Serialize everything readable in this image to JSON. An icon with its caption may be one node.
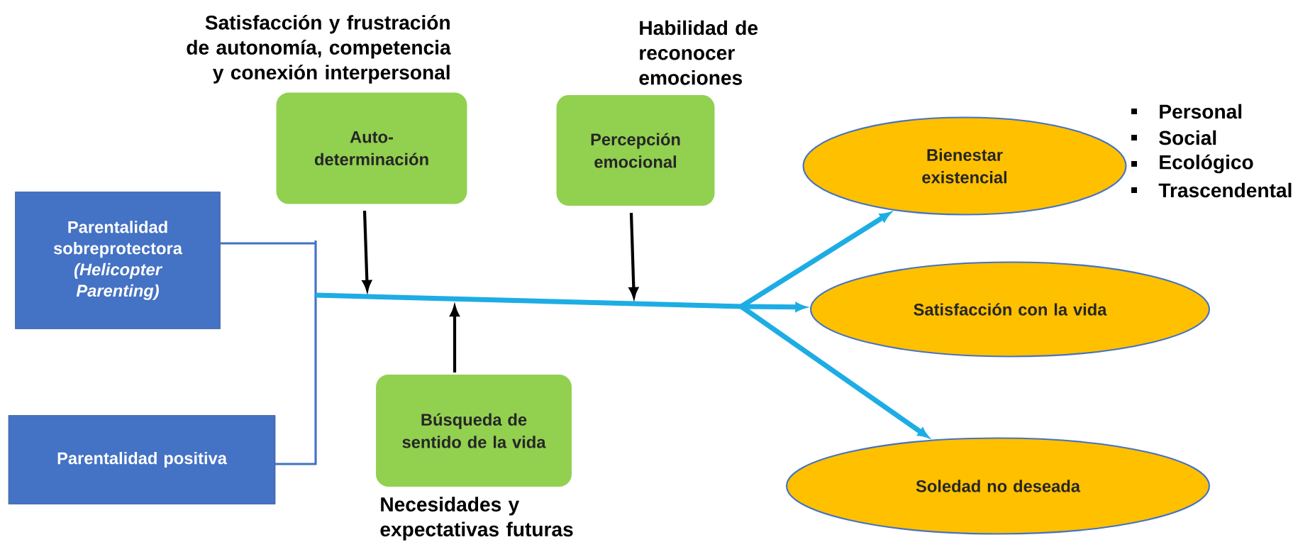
{
  "diagram": {
    "nodes": [
      {
        "text": [
          "Parentalidad sobreprotectora *(Helicopter Parenting)*"
        ]
      },
      {
        "text": [
          "Parentalidad positiva"
        ]
      },
      {
        "text": [
          "Auto- determinación"
        ],
        "beside": [
          "Satisfacción y frustración de autonomía, competencia y conexión interpersonal"
        ]
      },
      {
        "text": [
          "Percepción emocional"
        ],
        "beside": [
          "Habilidad de reconocer emociones"
        ]
      },
      {
        "text": [
          "Búsqueda de sentido de la vida"
        ],
        "beside": [
          "Necesidades y expectativas futuras"
        ]
      },
      {
        "text": [
          "Bienestar existencial"
        ],
        "beside": [
          "Personal",
          "Social",
          "Ecológico",
          "Trascendental"
        ]
      },
      {
        "text": [
          "Satisfacción con la vida"
        ]
      },
      {
        "text": [
          "Soledad no deseada"
        ]
      }
    ],
    "edges": [
      {
        "from": 0,
        "to": 5,
        "arrow": "to"
      },
      {
        "from": 0,
        "to": 6,
        "arrow": "to"
      },
      {
        "from": 0,
        "to": 7,
        "arrow": "to"
      },
      {
        "from": 1,
        "to": 5,
        "arrow": "to"
      },
      {
        "from": 1,
        "to": 6,
        "arrow": "to"
      },
      {
        "from": 1,
        "to": 7,
        "arrow": "to"
      },
      {
        "from": 2,
        "to": null,
        "arrow": "to",
        "color": "#000000"
      },
      {
        "from": 3,
        "to": null,
        "arrow": "to",
        "color": "#000000"
      },
      {
        "from": 4,
        "to": null,
        "arrow": "to",
        "color": "#000000"
      }
    ]
  }
}
